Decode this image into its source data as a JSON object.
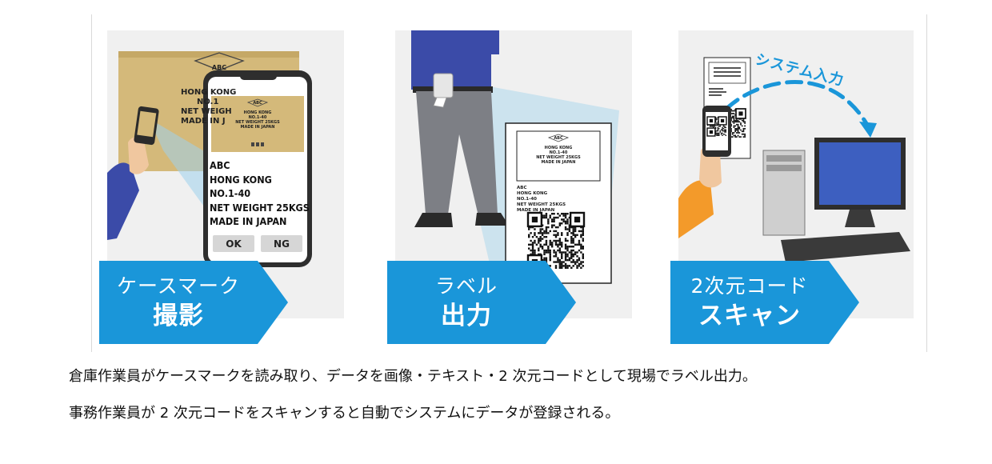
{
  "panels": [
    {
      "badge": {
        "line1": "ケースマーク",
        "line2": "撮影"
      },
      "box_marking": {
        "logo": "ABC",
        "line1": "HONG KONG",
        "line2": "NO.1",
        "line3": "NET WEIGH",
        "line4": "MADE IN J"
      },
      "phone_preview": {
        "logo": "ABC",
        "line1": "HONG KONG",
        "line2": "NO.1-40",
        "line3": "NET WEIGHT 25KGS",
        "line4": "MADE IN JAPAN"
      },
      "phone_text": [
        "ABC",
        "HONG KONG",
        "NO.1-40",
        "NET WEIGHT 25KGS",
        "MADE IN JAPAN"
      ],
      "buttons": {
        "ok": "OK",
        "ng": "NG"
      }
    },
    {
      "badge": {
        "line1": "ラベル",
        "line2": "出力"
      },
      "label_box": {
        "logo": "ABC",
        "line1": "HONG KONG",
        "line2": "NO.1-40",
        "line3": "NET WEIGHT 25KGS",
        "line4": "MADE IN JAPAN"
      },
      "label_text": [
        "ABC",
        "HONG KONG",
        "NO.1-40",
        "NET WEIGHT 25KGS",
        "MADE IN JAPAN"
      ]
    },
    {
      "badge": {
        "line1": "2次元コード",
        "line2": "スキャン"
      },
      "arrow_text": "システム入力"
    }
  ],
  "captions": [
    "倉庫作業員がケースマークを読み取り、データを画像・テキスト・2 次元コードとして現場でラベル出力。",
    "事務作業員が 2 次元コードをスキャンすると自動でシステムにデータが登録される。"
  ],
  "colors": {
    "accent_blue": "#1a96d9",
    "cardboard": "#d4b97a",
    "monitor_blue": "#3d5fc0"
  }
}
